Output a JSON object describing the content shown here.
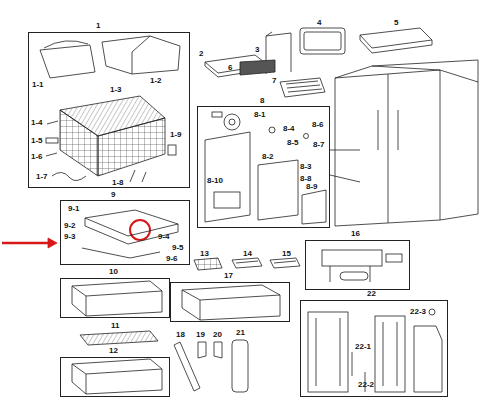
{
  "diagram": {
    "nodes": [
      {
        "text": [
          "1",
          "1-1",
          "1-2",
          "1-3",
          "1-4",
          "1-5",
          "1-6",
          "1-7",
          "1-8",
          "1-9"
        ]
      },
      {
        "text": [
          "8",
          "8-1",
          "8-4",
          "8-6",
          "8-5",
          "8-7",
          "8-2",
          "8-3",
          "8-8",
          "8-9",
          "8-10"
        ]
      },
      {
        "text": [
          "9",
          "9-1",
          "9-2",
          "9-3",
          "9-4",
          "9-5",
          "9-6"
        ]
      },
      {
        "text": [
          "16"
        ]
      },
      {
        "text": [
          "10"
        ]
      },
      {
        "text": [
          "17"
        ]
      },
      {
        "text": [
          "22",
          "22-3",
          "22-1",
          "22-2"
        ]
      },
      {
        "text": [
          "12"
        ]
      }
    ],
    "labels": [
      "2",
      "3",
      "4",
      "5",
      "6",
      "7",
      "13",
      "14",
      "15",
      "11",
      "18",
      "19",
      "20",
      "21"
    ]
  }
}
